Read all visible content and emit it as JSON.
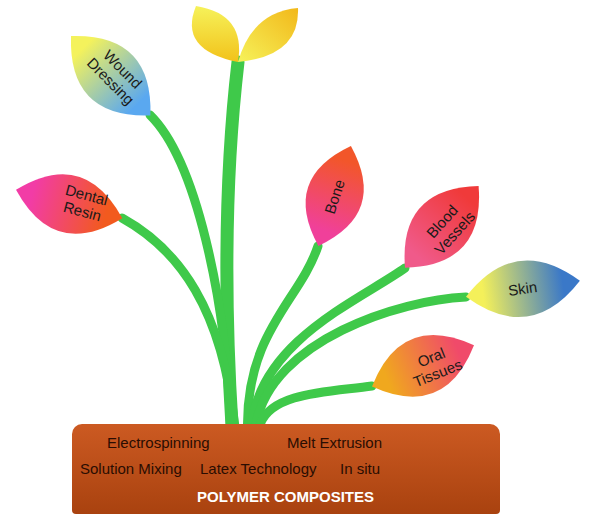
{
  "diagram": {
    "nodes": [
      {
        "text": [
          "Wound Dressing"
        ]
      },
      {
        "text": [
          "Dental Resin"
        ]
      },
      {
        "text": [
          "Bone"
        ]
      },
      {
        "text": [
          "Blood Vessels"
        ]
      },
      {
        "text": [
          "Skin"
        ]
      },
      {
        "text": [
          "Oral Tissues"
        ]
      },
      {
        "text": [
          "Electrospinning",
          "Melt Extrusion",
          "Solution Mixing",
          "Latex Technology",
          "In situ",
          "POLYMER COMPOSITES"
        ]
      }
    ],
    "edges": [
      {
        "from": 6,
        "to": 0,
        "arrow": "none"
      },
      {
        "from": 6,
        "to": 1,
        "arrow": "none"
      },
      {
        "from": 6,
        "to": 2,
        "arrow": "none"
      },
      {
        "from": 6,
        "to": 3,
        "arrow": "none"
      },
      {
        "from": 6,
        "to": 4,
        "arrow": "none"
      },
      {
        "from": 6,
        "to": 5,
        "arrow": "none"
      }
    ]
  }
}
